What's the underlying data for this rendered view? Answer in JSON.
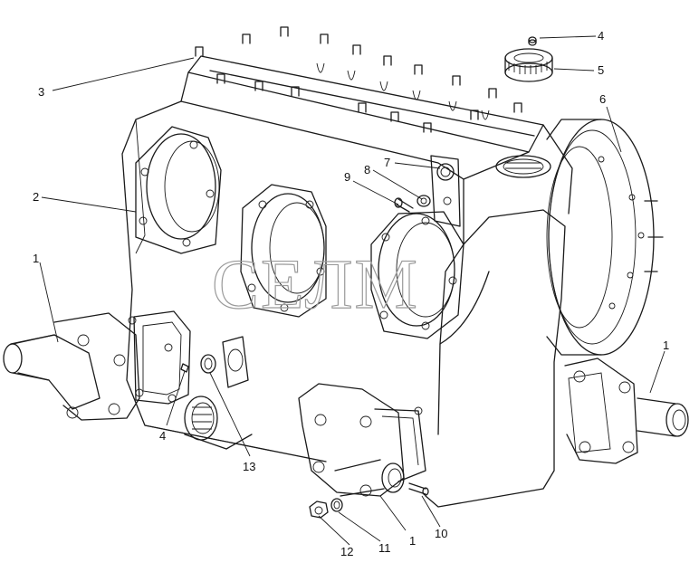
{
  "watermark": "СЕЛМ",
  "callouts": [
    {
      "id": "c1a",
      "label": "1"
    },
    {
      "id": "c1b",
      "label": "1"
    },
    {
      "id": "c1c",
      "label": "1"
    },
    {
      "id": "c2",
      "label": "2"
    },
    {
      "id": "c3",
      "label": "3"
    },
    {
      "id": "c4a",
      "label": "4"
    },
    {
      "id": "c4b",
      "label": "4"
    },
    {
      "id": "c5",
      "label": "5"
    },
    {
      "id": "c6",
      "label": "6"
    },
    {
      "id": "c7",
      "label": "7"
    },
    {
      "id": "c8",
      "label": "8"
    },
    {
      "id": "c9",
      "label": "9"
    },
    {
      "id": "c10",
      "label": "10"
    },
    {
      "id": "c11",
      "label": "11"
    },
    {
      "id": "c12",
      "label": "12"
    },
    {
      "id": "c13",
      "label": "13"
    }
  ]
}
